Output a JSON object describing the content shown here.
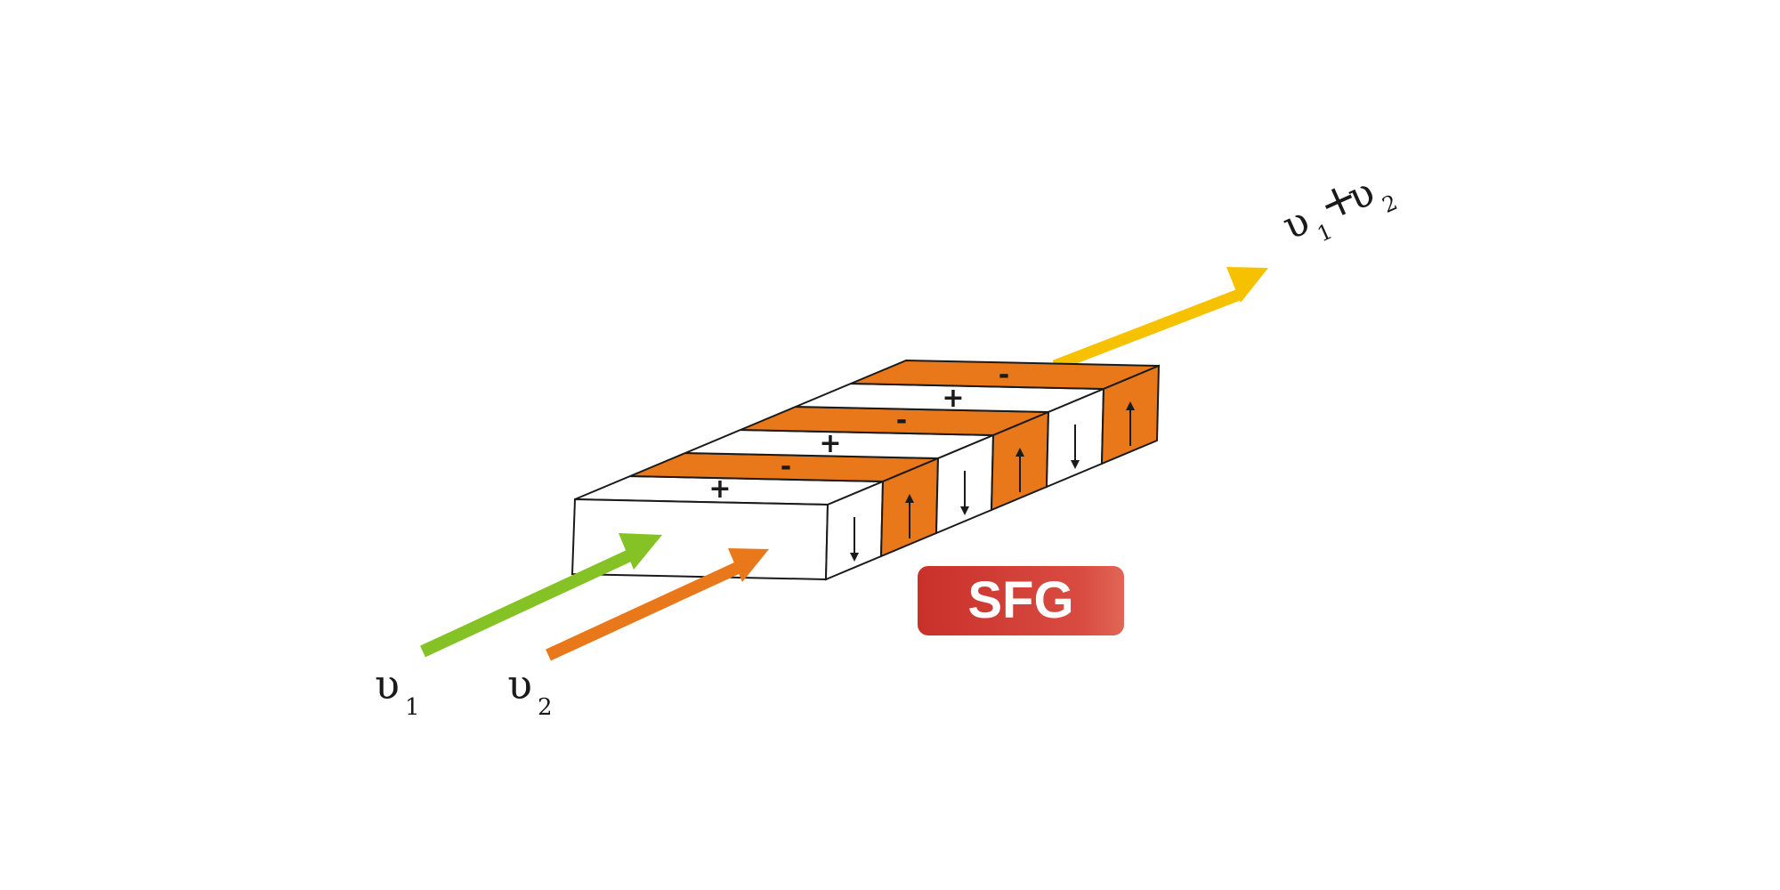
{
  "input_beam_1": {
    "symbol": "υ",
    "subscript": "1",
    "color": "#84c225"
  },
  "input_beam_2": {
    "symbol": "υ",
    "subscript": "2",
    "color": "#e8781a"
  },
  "output_beam": {
    "symbol_a": "υ",
    "subscript_a": "1",
    "operator": "+",
    "symbol_b": "υ",
    "subscript_b": "2",
    "color": "#f6c200"
  },
  "crystal": {
    "domain_color": "#e8781a",
    "top_signs": [
      "+",
      "-",
      "+",
      "-",
      "+",
      "-"
    ],
    "side_arrows": [
      "down",
      "up",
      "down",
      "up",
      "down",
      "up"
    ]
  },
  "badge": {
    "label": "SFG",
    "color_start": "#c9302a",
    "color_end": "#e06656"
  }
}
